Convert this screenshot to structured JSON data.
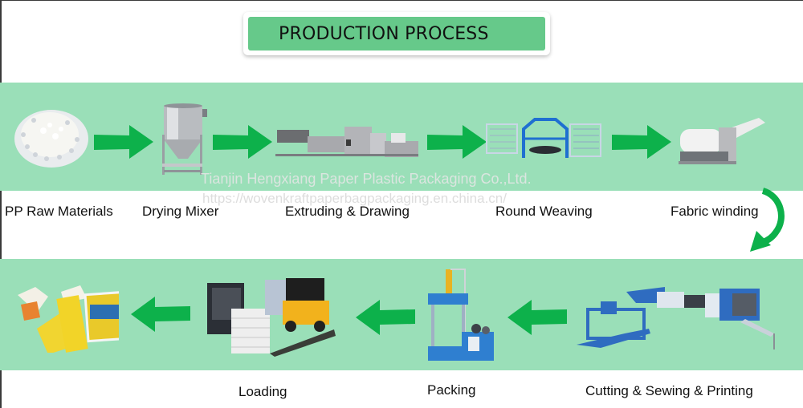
{
  "title": "PRODUCTION PROCESS",
  "colors": {
    "band": "#9adfb8",
    "title_fill": "#66c98a",
    "arrow": "#0db14b"
  },
  "steps": [
    {
      "label": "PP Raw Materials",
      "icon": "pp-pellets-icon"
    },
    {
      "label": "Drying Mixer",
      "icon": "drying-mixer-icon"
    },
    {
      "label": "Extruding & Drawing",
      "icon": "extruder-line-icon"
    },
    {
      "label": "Round Weaving",
      "icon": "circular-loom-icon"
    },
    {
      "label": "Fabric winding",
      "icon": "fabric-winder-icon"
    },
    {
      "label": "Cutting & Sewing & Printing",
      "icon": "cutting-sewing-printing-machine-icon"
    },
    {
      "label": "Packing",
      "icon": "baling-press-icon"
    },
    {
      "label": "Loading",
      "icon": "forklift-truck-loading-icon"
    },
    {
      "label": "",
      "icon": "finished-bags-icon"
    }
  ],
  "watermark": {
    "company": "Tianjin Hengxiang Paper Plastic Packaging Co.,Ltd.",
    "url": "https://wovenkraftpaperbagpackaging.en.china.cn/"
  }
}
